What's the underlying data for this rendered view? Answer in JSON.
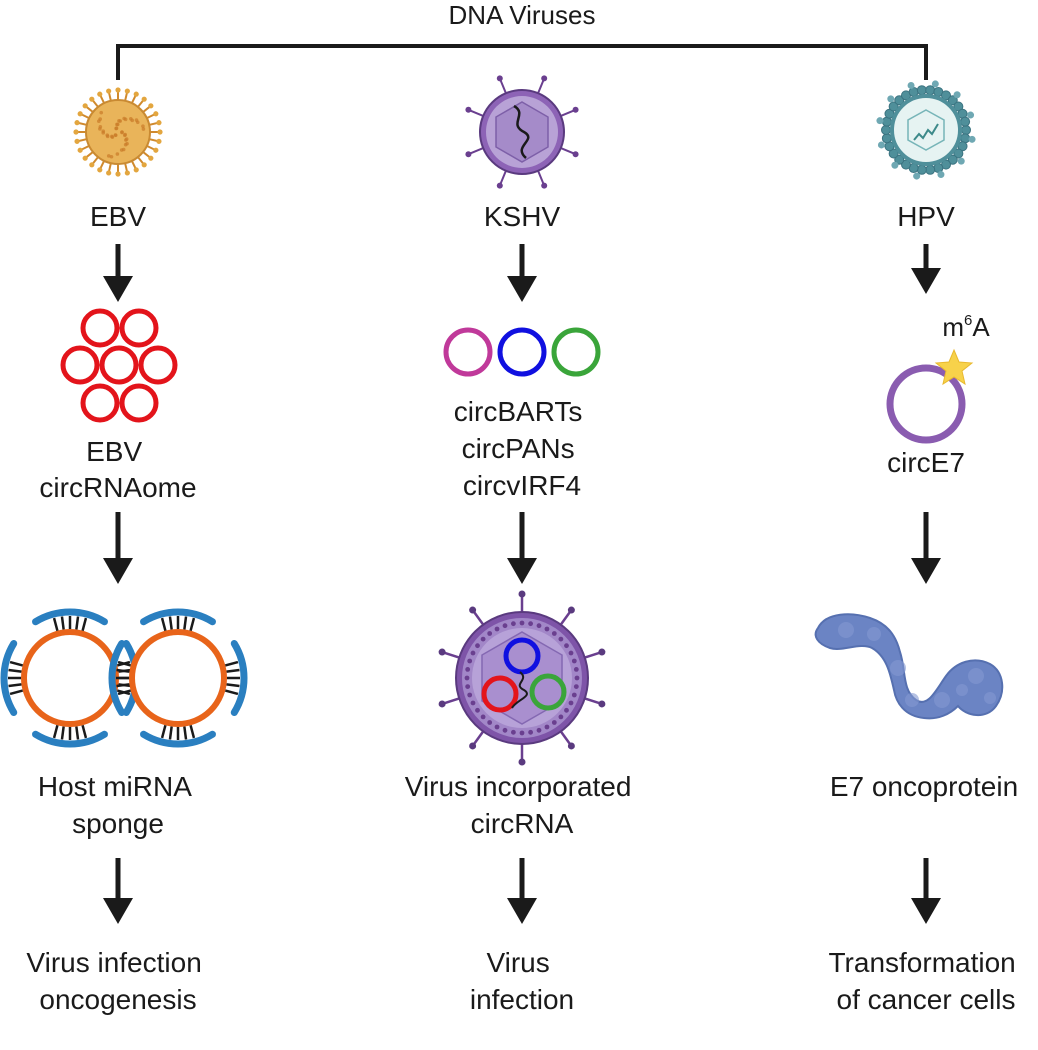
{
  "title": "DNA Viruses",
  "columns": [
    {
      "virus": "EBV",
      "circ_lines": [
        "EBV",
        "circRNAome"
      ],
      "mechanism_lines": [
        "Host miRNA",
        "sponge"
      ],
      "outcome_lines": [
        "Virus infection",
        "oncogenesis"
      ]
    },
    {
      "virus": "KSHV",
      "circ_lines": [
        "circBARTs",
        "circPANs",
        "circvIRF4"
      ],
      "mechanism_lines": [
        "Virus incorporated",
        "circRNA"
      ],
      "outcome_lines": [
        "Virus",
        "infection"
      ]
    },
    {
      "virus": "HPV",
      "circ_lines": [
        "circE7"
      ],
      "modification": {
        "base": "m",
        "superscript": "6",
        "suffix": "A"
      },
      "mechanism_lines": [
        "E7 oncoprotein"
      ],
      "outcome_lines": [
        "Transformation",
        "of cancer cells"
      ]
    }
  ],
  "colors": {
    "ebv_circ": "#e3141b",
    "kshv_circ_1": "#c0399a",
    "kshv_circ_2": "#1010e0",
    "kshv_circ_3": "#3aa53a",
    "hpv_circ": "#8a5cb0",
    "m6a_star": "#f7d24a",
    "sponge_ring": "#e8641a",
    "mirna": "#2a7fc0",
    "protein": "#6b84c4"
  }
}
